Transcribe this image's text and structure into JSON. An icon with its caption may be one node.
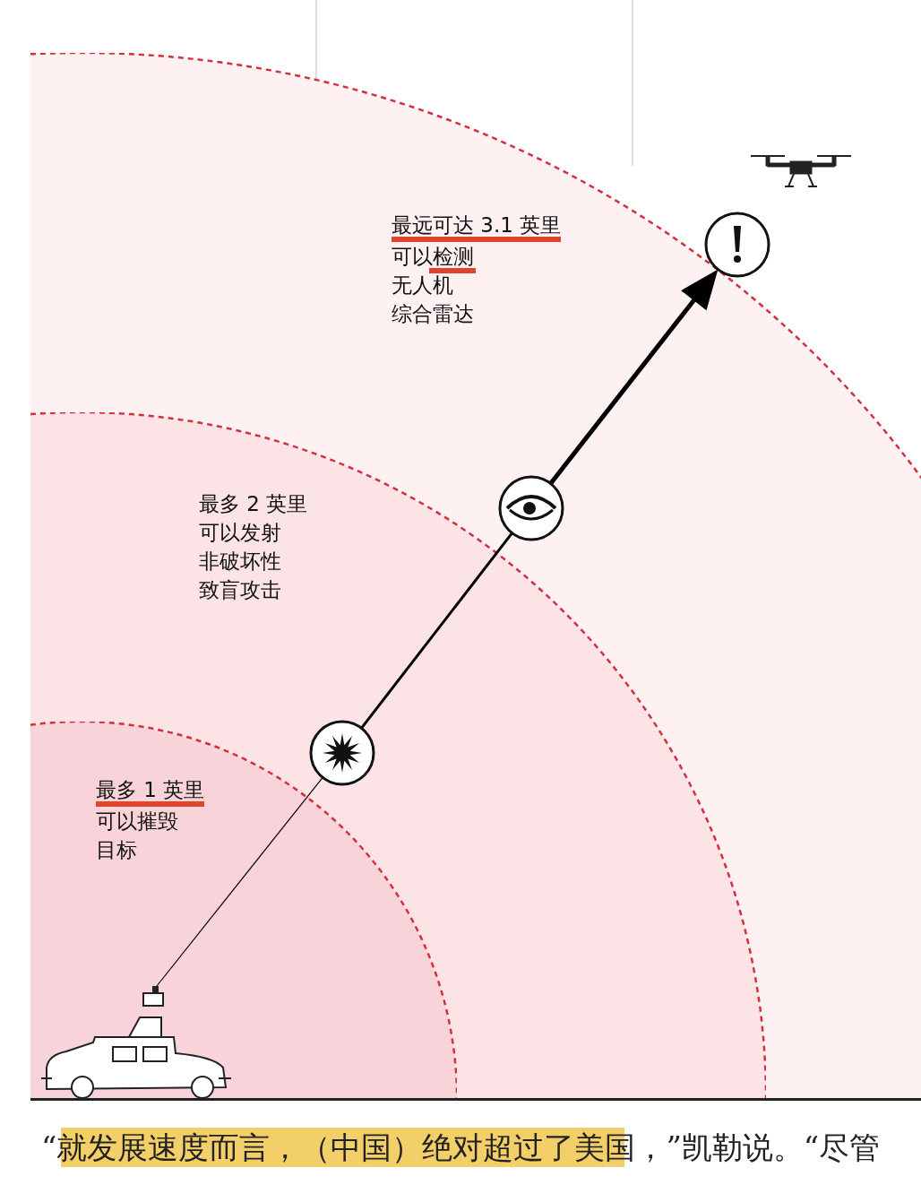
{
  "diagram": {
    "nodes": [
      {
        "text": [
          "最远可达 3.1 英里",
          "可以检测",
          "无人机",
          "综合雷达"
        ]
      },
      {
        "text": [],
        "shape": "picture"
      },
      {
        "text": [],
        "shape": "circle",
        "in": 0
      },
      {
        "text": [
          "最多 2 英里",
          "可以发射",
          "非破坏性",
          "致盲攻击"
        ],
        "in": 0
      },
      {
        "text": [],
        "shape": "circle",
        "in": 0
      },
      {
        "text": [
          "最多 1 英里",
          "可以摧毁",
          "目标"
        ],
        "in": 3
      },
      {
        "text": [],
        "shape": "circle",
        "in": 3
      },
      {
        "text": [],
        "shape": "picture",
        "in": 5
      }
    ],
    "edges": [
      {
        "from": 7,
        "to": 6,
        "arrow": "none"
      },
      {
        "from": 6,
        "to": 4,
        "arrow": "none"
      },
      {
        "from": 4,
        "to": 2,
        "arrow": "to"
      }
    ],
    "labels": [
      "“就发展速度而言，（中国）绝对超过了美国，”凯勒说。“尽管"
    ]
  }
}
